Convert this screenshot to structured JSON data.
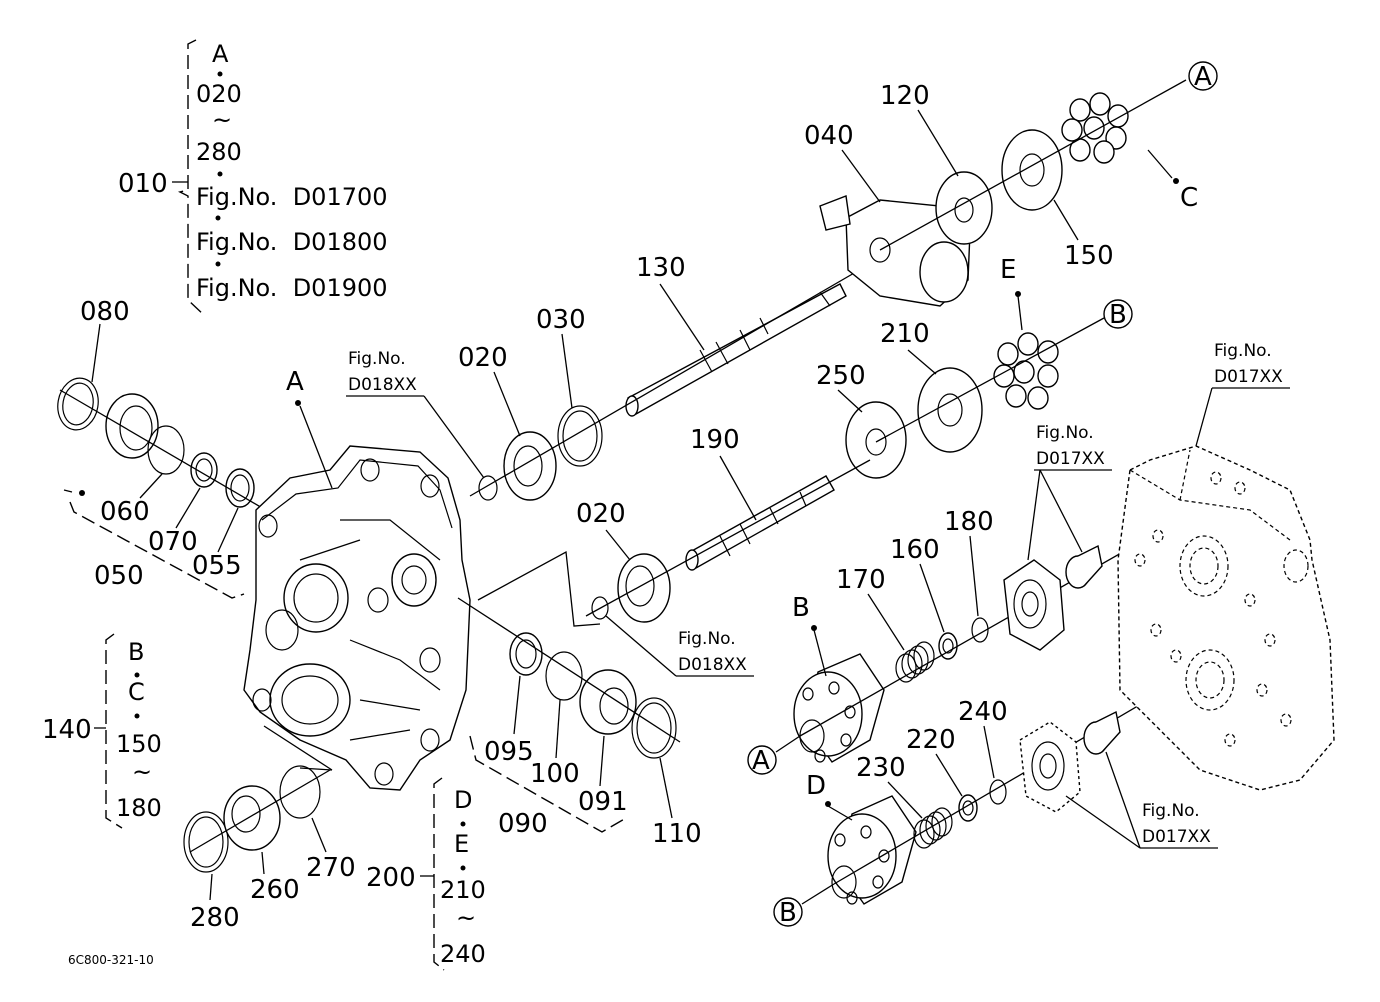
{
  "callouts": {
    "c010": "010",
    "c020a": "020",
    "c020b": "020",
    "c030": "030",
    "c040": "040",
    "c050": "050",
    "c055": "055",
    "c060": "060",
    "c070": "070",
    "c080": "080",
    "c090": "090",
    "c091": "091",
    "c095": "095",
    "c100": "100",
    "c110": "110",
    "c120": "120",
    "c130": "130",
    "c140": "140",
    "c150": "150",
    "c160": "160",
    "c170": "170",
    "c180": "180",
    "c190": "190",
    "c200": "200",
    "c210": "210",
    "c220": "220",
    "c230": "230",
    "c240": "240",
    "c250": "250",
    "c260": "260",
    "c270": "270",
    "c280": "280"
  },
  "brackets": {
    "b010": [
      "A",
      "020",
      "280",
      "Fig.No.  D01700",
      "Fig.No.  D01800",
      "Fig.No.  D01900"
    ],
    "b140": [
      "B",
      "C",
      "150",
      "180"
    ],
    "b200": [
      "D",
      "E",
      "210",
      "240"
    ],
    "tilde": "~"
  },
  "fig_refs": {
    "fig_label": "Fig.No.",
    "d018xx": "D018XX",
    "d017xx": "D017XX"
  },
  "letters": {
    "A": "A",
    "B": "B",
    "C": "C",
    "D": "D",
    "E": "E"
  },
  "drawing_code": "6C800-321-10"
}
